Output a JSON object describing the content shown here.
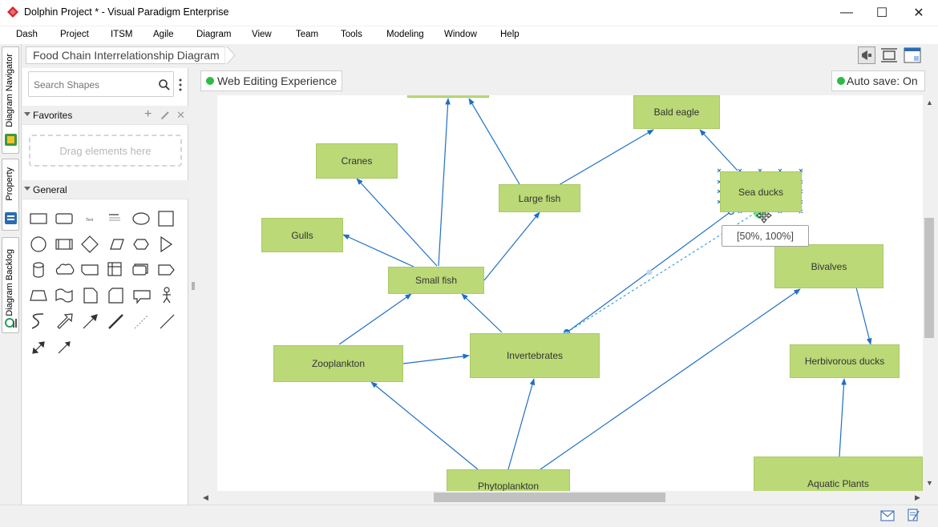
{
  "window": {
    "title": "Dolphin Project * - Visual Paradigm Enterprise",
    "minimize": "—",
    "maximize": "☐",
    "close": "✕"
  },
  "menu": [
    "Dash",
    "Project",
    "ITSM",
    "Agile",
    "Diagram",
    "View",
    "Team",
    "Tools",
    "Modeling",
    "Window",
    "Help"
  ],
  "side_tabs": {
    "navigator": "Diagram Navigator",
    "property": "Property",
    "backlog": "Diagram Backlog"
  },
  "breadcrumb": "Food Chain Interrelationship Diagram",
  "shapes_panel": {
    "search_placeholder": "Search Shapes",
    "favorites_title": "Favorites",
    "drop_hint": "Drag elements here",
    "general_title": "General"
  },
  "canvas": {
    "web_editing": "Web Editing Experience",
    "autosave": "Auto save: On",
    "tooltip": "[50%, 100%]"
  },
  "nodes": {
    "bald_eagle": "Bald eagle",
    "cranes": "Cranes",
    "large_fish": "Large fish",
    "sea_ducks": "Sea ducks",
    "gulls": "Gulls",
    "small_fish": "Small fish",
    "bivalves": "Bivalves",
    "zooplankton": "Zooplankton",
    "invertebrates": "Invertebrates",
    "herbivorous_ducks": "Herbivorous ducks",
    "phytoplankton": "Phytoplankton",
    "aquatic_plants": "Aquatic Plants"
  },
  "colors": {
    "node_fill": "#bbd977",
    "connector": "#1f6fc5",
    "status_green": "#2dbb47",
    "logo_red": "#d8232a"
  }
}
